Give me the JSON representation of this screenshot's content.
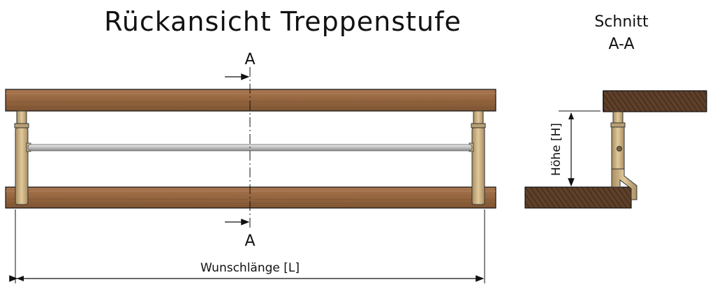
{
  "title": "Rückansicht Treppenstufe",
  "section": {
    "line1": "Schnitt",
    "line2": "A-A"
  },
  "markers": {
    "top": "A",
    "bottom": "A"
  },
  "dimensions": {
    "length_label": "Wunschlänge [L]",
    "height_label": "Höhe [H]"
  },
  "colors": {
    "wood": "#9b6a43",
    "wood_dark": "#6e4a2e",
    "bracket": "#cbb287",
    "rod": "#c8c8c8",
    "line": "#111111"
  }
}
